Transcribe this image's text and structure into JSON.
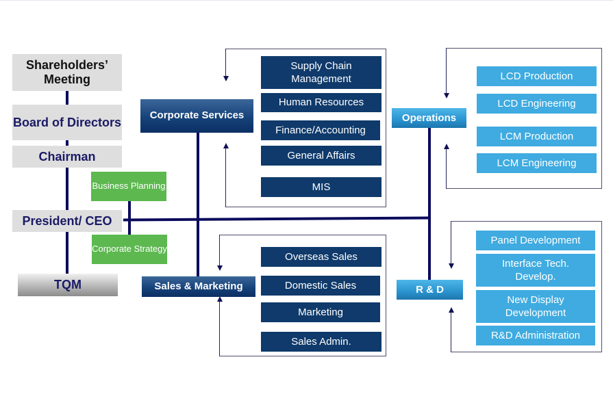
{
  "chart": {
    "governance": {
      "shareholders": "Shareholders’ Meeting",
      "board": "Board of Directors",
      "chairman": "Chairman",
      "president": "President/ CEO",
      "tqm": "TQM"
    },
    "staff": {
      "business_planning": "Business Planning",
      "corporate_strategy": "Corporate Strategy"
    },
    "divisions": {
      "corporate_services": {
        "label": "Corporate Services",
        "units": [
          "Supply Chain Management",
          "Human Resources",
          "Finance/Accounting",
          "General Affairs",
          "MIS"
        ]
      },
      "sales_marketing": {
        "label": "Sales & Marketing",
        "units": [
          "Overseas Sales",
          "Domestic Sales",
          "Marketing",
          "Sales Admin."
        ]
      },
      "operations": {
        "label": "Operations",
        "units": [
          "LCD Production",
          "LCD Engineering",
          "LCM Production",
          "LCM Engineering"
        ]
      },
      "rnd": {
        "label": "R & D",
        "units": [
          "Panel Development",
          "Interface Tech. Develop.",
          "New Display Development",
          "R&D Administration"
        ]
      }
    },
    "colors": {
      "governance_box": "#dedede",
      "staff_box": "#5cb84f",
      "dark_unit": "#0f3a6b",
      "light_unit": "#3fabe0",
      "connector": "#0b0b5c"
    }
  }
}
